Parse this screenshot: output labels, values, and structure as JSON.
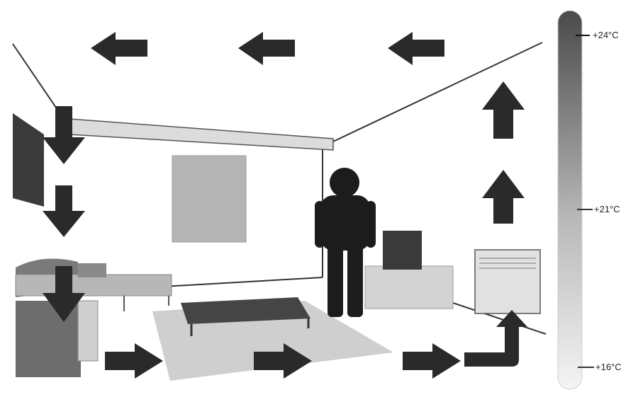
{
  "colors": {
    "arrow": "#2a2a2a",
    "person": "#1c1c1c",
    "wall_line": "#333333",
    "scale_top": "#4a4a4a",
    "scale_bottom": "#f2f2f2"
  },
  "thermometer": {
    "labels": [
      "+24°C",
      "+21°C",
      "+16°C"
    ]
  },
  "icons": {
    "arrows": [
      "arrow-left-icon",
      "arrow-right-icon",
      "arrow-up-icon",
      "arrow-down-icon"
    ],
    "person": "person-icon",
    "heater": "radiator-icon"
  }
}
